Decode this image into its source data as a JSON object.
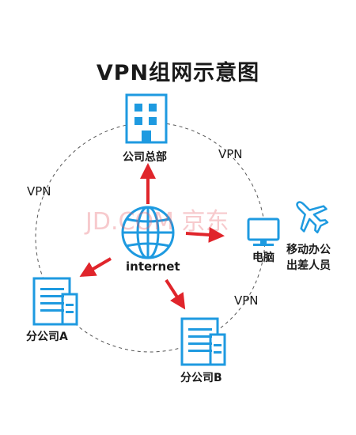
{
  "title": "VPN组网示意图",
  "center": {
    "label": "internet"
  },
  "nodes": {
    "hq": {
      "label": "公司总部"
    },
    "branch_a": {
      "label": "分公司A"
    },
    "branch_b": {
      "label": "分公司B"
    },
    "computer": {
      "label": "电脑"
    },
    "mobile": {
      "line1": "移动办公",
      "line2": "出差人员"
    }
  },
  "vpn_labels": [
    "VPN",
    "VPN",
    "VPN"
  ],
  "watermark": "JD.COM 京东",
  "colors": {
    "icon_blue": "#1e9ae0",
    "arrow_red": "#e0252b",
    "ring_dash": "#555555",
    "text": "#1a1a1a"
  },
  "icons": {
    "hq": "office-building-icon",
    "branch_a": "office-building-icon",
    "branch_b": "office-building-icon",
    "center": "globe-icon",
    "computer": "monitor-icon",
    "mobile": "airplane-icon"
  }
}
